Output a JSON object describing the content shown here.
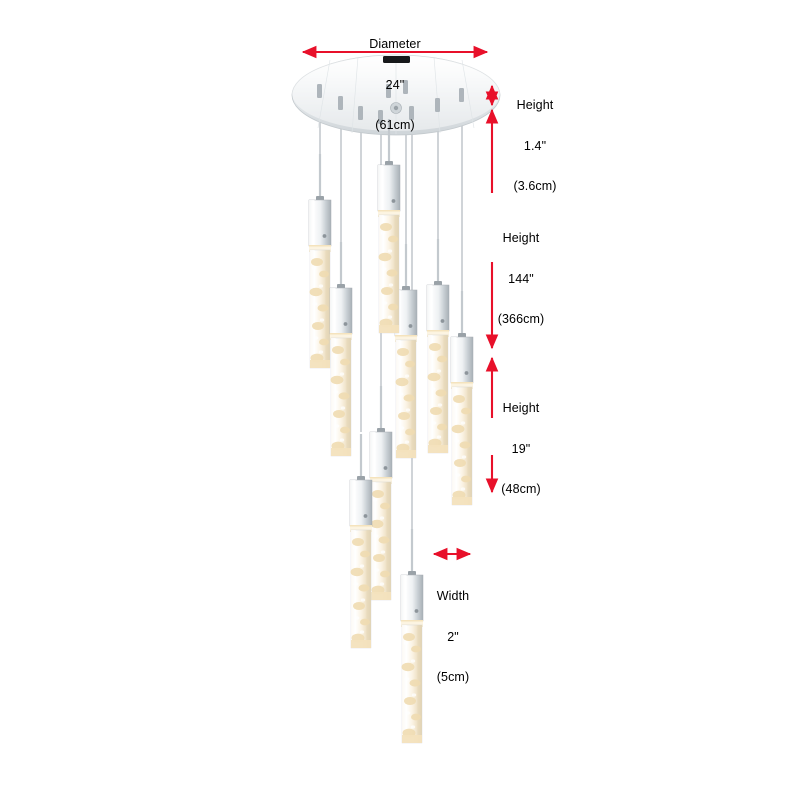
{
  "product": {
    "type": "spiral-multi-pendant-chandelier",
    "canopy_shape": "round",
    "finish": "chrome",
    "shade_material": "bubble-crystal-rod",
    "pendant_count": 9
  },
  "dimensions": {
    "diameter": {
      "name": "Diameter",
      "imperial": "24\"",
      "metric": "(61cm)"
    },
    "canopy_height": {
      "name": "Height",
      "imperial": "1.4\"",
      "metric": "(3.6cm)"
    },
    "overall_height": {
      "name": "Height",
      "imperial": "144\"",
      "metric": "(366cm)"
    },
    "pendant_height": {
      "name": "Height",
      "imperial": "19\"",
      "metric": "(48cm)"
    },
    "pendant_width": {
      "name": "Width",
      "imperial": "2\"",
      "metric": "(5cm)"
    }
  },
  "colors": {
    "arrow": "#e8102a",
    "text": "#000000",
    "background": "#ffffff",
    "chrome_light": "#ffffff",
    "chrome_mid": "#d8dcdf",
    "chrome_dark": "#9aa2a8",
    "cable": "#b9bfc4",
    "crystal": "#f6e9cf"
  }
}
